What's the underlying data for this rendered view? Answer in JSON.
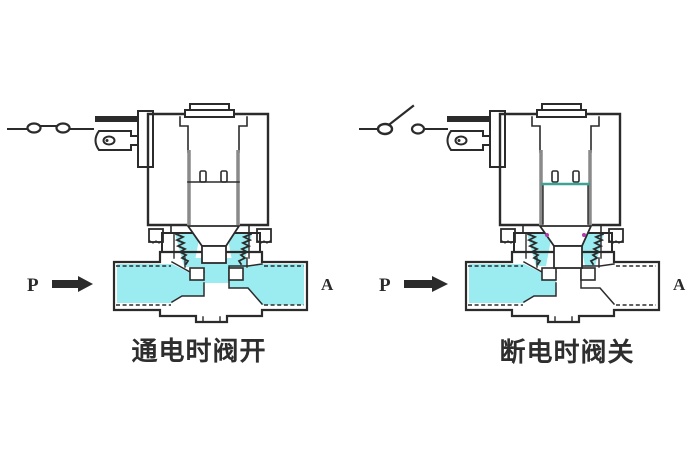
{
  "diagram": {
    "title_semantic": "solenoid-valve-working-principle",
    "left_valve": {
      "inlet_label": "P",
      "outlet_label": "A",
      "caption": "通电时阀开",
      "switch_state": "closed"
    },
    "right_valve": {
      "inlet_label": "P",
      "outlet_label": "A",
      "caption": "断电时阀关",
      "switch_state": "open"
    },
    "colors": {
      "fluid": "#9AECF0",
      "line": "#2B2B2B",
      "tube_gray": "#8A8A8A",
      "spring_seat_teal": "#3FA393",
      "accent_magenta": "#B339A8"
    }
  }
}
